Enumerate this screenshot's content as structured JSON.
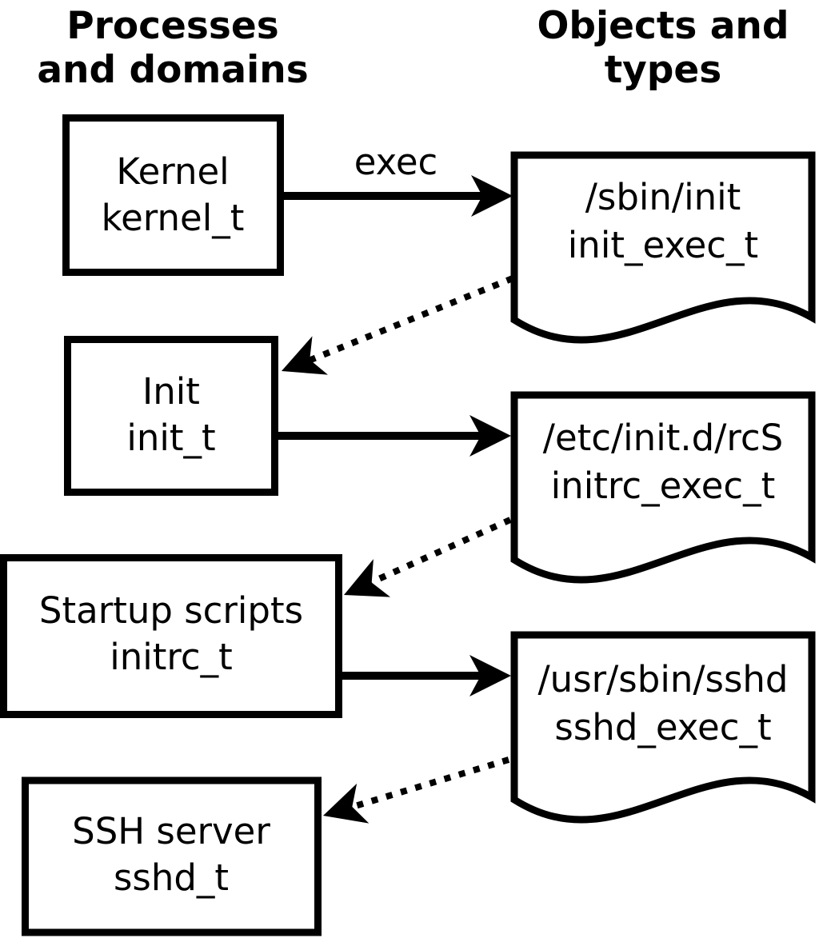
{
  "diagram": {
    "headings": {
      "left": {
        "line1": "Processes",
        "line2": "and domains"
      },
      "right": {
        "line1": "Objects and",
        "line2": "types"
      }
    },
    "processes": [
      {
        "name": "Kernel",
        "domain": "kernel_t"
      },
      {
        "name": "Init",
        "domain": "init_t"
      },
      {
        "name": "Startup scripts",
        "domain": "initrc_t"
      },
      {
        "name": "SSH server",
        "domain": "sshd_t"
      }
    ],
    "objects": [
      {
        "path": "/sbin/init",
        "type": "init_exec_t"
      },
      {
        "path": "/etc/init.d/rcS",
        "type": "initrc_exec_t"
      },
      {
        "path": "/usr/sbin/sshd",
        "type": "sshd_exec_t"
      }
    ],
    "labels": {
      "exec": "exec"
    },
    "colors": {
      "ink": "#000000",
      "paper": "#ffffff"
    }
  }
}
